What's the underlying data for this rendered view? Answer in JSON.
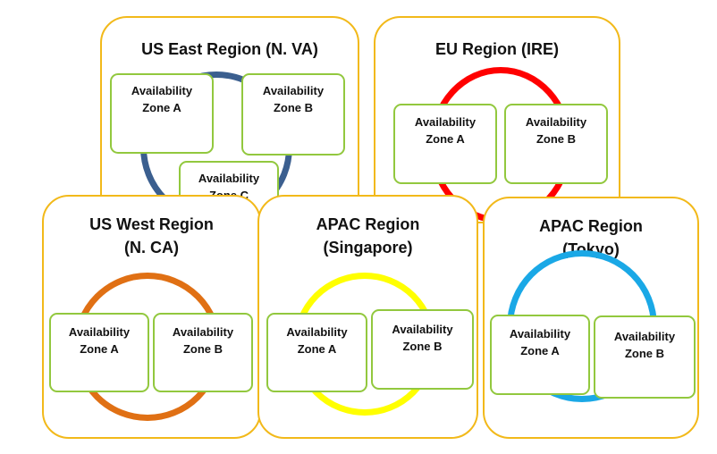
{
  "regions": {
    "us_east": {
      "title": "US East Region (N. VA)",
      "ring_color": "#3b5f8f",
      "zones": [
        "Availability\nZone A",
        "Availability\nZone B",
        "Availability\nZone C"
      ]
    },
    "eu": {
      "title": "EU Region (IRE)",
      "ring_color": "#ff0000",
      "zones": [
        "Availability\nZone A",
        "Availability\nZone B"
      ]
    },
    "us_west": {
      "title": "US West Region\n(N. CA)",
      "ring_color": "#e07014",
      "zones": [
        "Availability\nZone A",
        "Availability\nZone B"
      ]
    },
    "apac_singapore": {
      "title": "APAC Region\n(Singapore)",
      "ring_color": "#ffff00",
      "zones": [
        "Availability\nZone A",
        "Availability\nZone B"
      ]
    },
    "apac_tokyo": {
      "title": "APAC Region\n(Tokyo)",
      "ring_color": "#1aa8e6",
      "zones": [
        "Availability\nZone A",
        "Availability\nZone B"
      ]
    }
  },
  "colors": {
    "region_border": "#f2b91a",
    "zone_border": "#92c83e"
  }
}
